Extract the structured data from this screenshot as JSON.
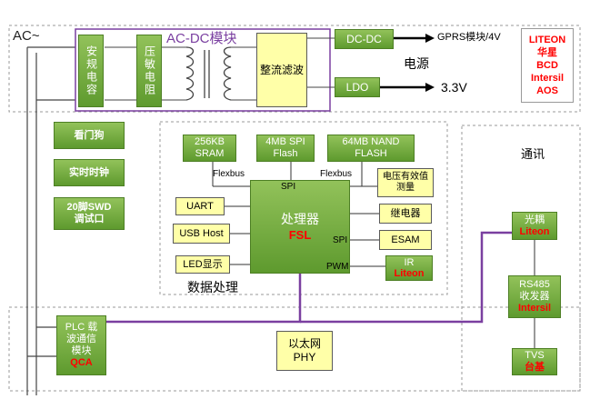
{
  "ac_label": "AC~",
  "acdc": {
    "title": "AC-DC模块",
    "safety_cap": "安规电容",
    "varistor": "压敏电阻",
    "rectifier": "整流滤波"
  },
  "power": {
    "dcdc": "DC-DC",
    "gprs": "GPRS模块/4V",
    "ldo": "LDO",
    "v33": "3.3V",
    "title": "电源"
  },
  "vendors_power": [
    "LITEON",
    "华星",
    "BCD",
    "Intersil",
    "AOS"
  ],
  "side_modules": {
    "watchdog": "看门狗",
    "rtc": "实时时钟",
    "swd": "20脚SWD 调试口"
  },
  "memory": {
    "sram": "256KB SRAM",
    "spi_flash": "4MB SPI Flash",
    "nand": "64MB NAND FLASH"
  },
  "bus_labels": {
    "flexbus_left": "Flexbus",
    "flexbus_right": "Flexbus",
    "spi_top": "SPI",
    "spi_right": "SPI",
    "pwm": "PWM"
  },
  "processor": {
    "name": "处理器",
    "vendor": "FSL"
  },
  "peripherals_left": {
    "uart": "UART",
    "usb": "USB Host",
    "led": "LED显示"
  },
  "peripherals_right": {
    "voltage": "电压有效值测量",
    "relay": "继电器",
    "esam": "ESAM",
    "ir": "IR",
    "ir_vendor": "Liteon"
  },
  "data_processing_label": "数据处理",
  "comm": {
    "title": "通讯",
    "optocoupler": "光耦",
    "opto_vendor": "Liteon",
    "rs485": "RS485 收发器",
    "rs485_vendor": "Intersil",
    "tvs": "TVS",
    "tvs_vendor": "台基"
  },
  "plc": {
    "name": "PLC 载波通信模块",
    "vendor": "QCA"
  },
  "ethernet": "以太网 PHY"
}
